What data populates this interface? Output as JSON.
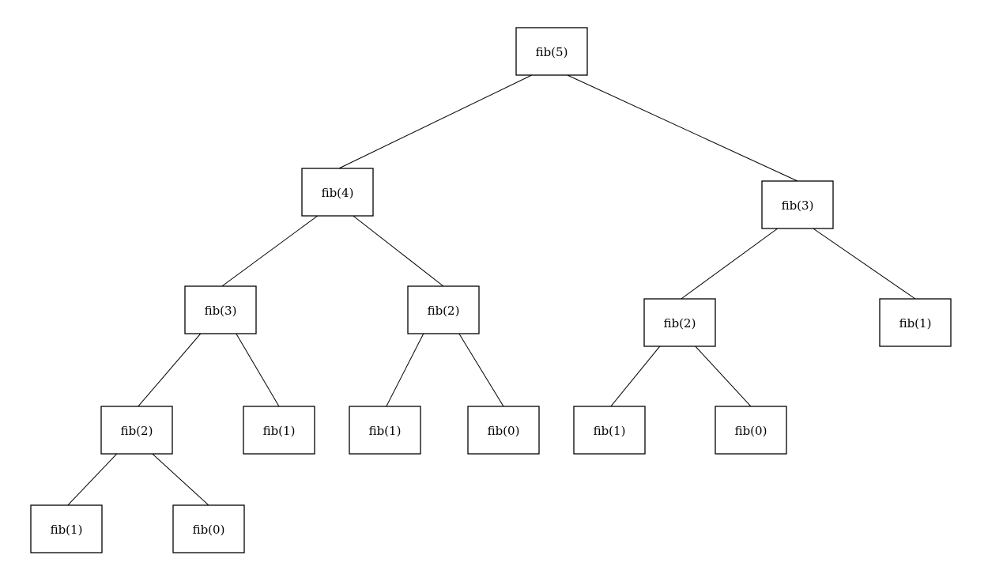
{
  "tree": {
    "root": {
      "id": "n1",
      "label": "fib(5)"
    },
    "nodes": [
      {
        "id": "n1",
        "label": "fib(5)"
      },
      {
        "id": "n2",
        "label": "fib(4)"
      },
      {
        "id": "n3",
        "label": "fib(3)"
      },
      {
        "id": "n4",
        "label": "fib(3)"
      },
      {
        "id": "n5",
        "label": "fib(2)"
      },
      {
        "id": "n6",
        "label": "fib(2)"
      },
      {
        "id": "n7",
        "label": "fib(1)"
      },
      {
        "id": "n8",
        "label": "fib(2)"
      },
      {
        "id": "n9",
        "label": "fib(1)"
      },
      {
        "id": "n10",
        "label": "fib(1)"
      },
      {
        "id": "n11",
        "label": "fib(0)"
      },
      {
        "id": "n12",
        "label": "fib(1)"
      },
      {
        "id": "n13",
        "label": "fib(0)"
      },
      {
        "id": "n14",
        "label": "fib(1)"
      },
      {
        "id": "n15",
        "label": "fib(0)"
      }
    ],
    "edges": [
      {
        "from": "n1",
        "to": "n2"
      },
      {
        "from": "n1",
        "to": "n3"
      },
      {
        "from": "n2",
        "to": "n4"
      },
      {
        "from": "n2",
        "to": "n5"
      },
      {
        "from": "n3",
        "to": "n6"
      },
      {
        "from": "n3",
        "to": "n7"
      },
      {
        "from": "n4",
        "to": "n8"
      },
      {
        "from": "n4",
        "to": "n9"
      },
      {
        "from": "n5",
        "to": "n10"
      },
      {
        "from": "n5",
        "to": "n11"
      },
      {
        "from": "n6",
        "to": "n12"
      },
      {
        "from": "n6",
        "to": "n13"
      },
      {
        "from": "n8",
        "to": "n14"
      },
      {
        "from": "n8",
        "to": "n15"
      }
    ]
  }
}
